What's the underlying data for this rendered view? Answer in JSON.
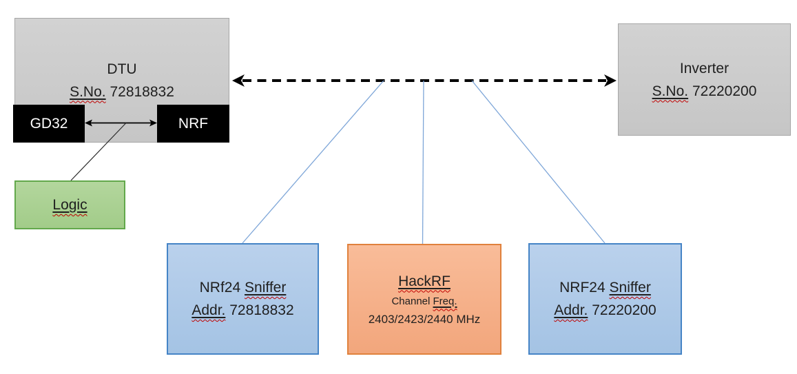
{
  "diagram": {
    "dtu": {
      "title": "DTU",
      "serial_label": "S.No.",
      "serial_value": "72818832"
    },
    "gd32": {
      "label": "GD32"
    },
    "nrf": {
      "label": "NRF"
    },
    "logic": {
      "label": "Logic"
    },
    "inverter": {
      "title": "Inverter",
      "serial_label": "S.No.",
      "serial_value": "72220200"
    },
    "sniffer_left": {
      "prefix": "NRf24",
      "word": "Sniffer",
      "addr_label": "Addr.",
      "addr_value": "72818832"
    },
    "hackrf": {
      "title": "HackRF",
      "channel_word": "Channel",
      "freq_word": "Freq.",
      "frequencies": "2403/2423/2440 MHz"
    },
    "sniffer_right": {
      "prefix": "NRF24",
      "word": "Sniffer",
      "addr_label": "Addr.",
      "addr_value": "72220200"
    },
    "connections": [
      {
        "from": "DTU",
        "to": "Inverter",
        "style": "dashed-double-arrow"
      },
      {
        "from": "GD32",
        "to": "NRF",
        "style": "solid-double-arrow"
      },
      {
        "from": "GD32-NRF link",
        "to": "Logic",
        "style": "solid-line"
      },
      {
        "from": "DTU-Inverter RF link",
        "to": "NRf24 Sniffer 72818832",
        "style": "thin-blue-line"
      },
      {
        "from": "DTU-Inverter RF link",
        "to": "HackRF",
        "style": "thin-blue-line"
      },
      {
        "from": "DTU-Inverter RF link",
        "to": "NRF24 Sniffer 72220200",
        "style": "thin-blue-line"
      }
    ],
    "colors": {
      "gray_fill": "#cccccc",
      "gray_border": "#a6a6a6",
      "black_fill": "#000000",
      "green_fill": "#aad293",
      "green_border": "#62a84b",
      "blue_fill": "#aac8e8",
      "blue_border": "#4584c6",
      "orange_fill": "#f5af87",
      "orange_border": "#e0813c",
      "connector_blue": "#7ea6d8",
      "arrow_black": "#000000",
      "squiggle_red": "#c00000"
    }
  }
}
